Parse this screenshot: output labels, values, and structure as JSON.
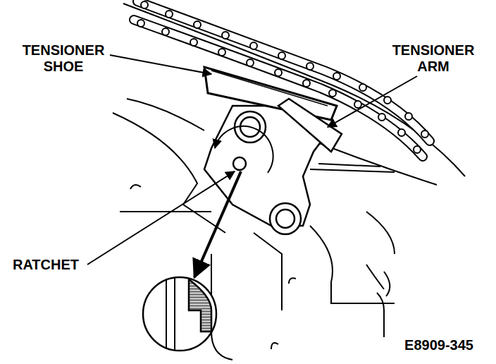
{
  "diagram": {
    "labels": [
      "TENSIONER SHOE",
      "TENSIONER ARM",
      "RATCHET",
      "E8909-345"
    ]
  }
}
